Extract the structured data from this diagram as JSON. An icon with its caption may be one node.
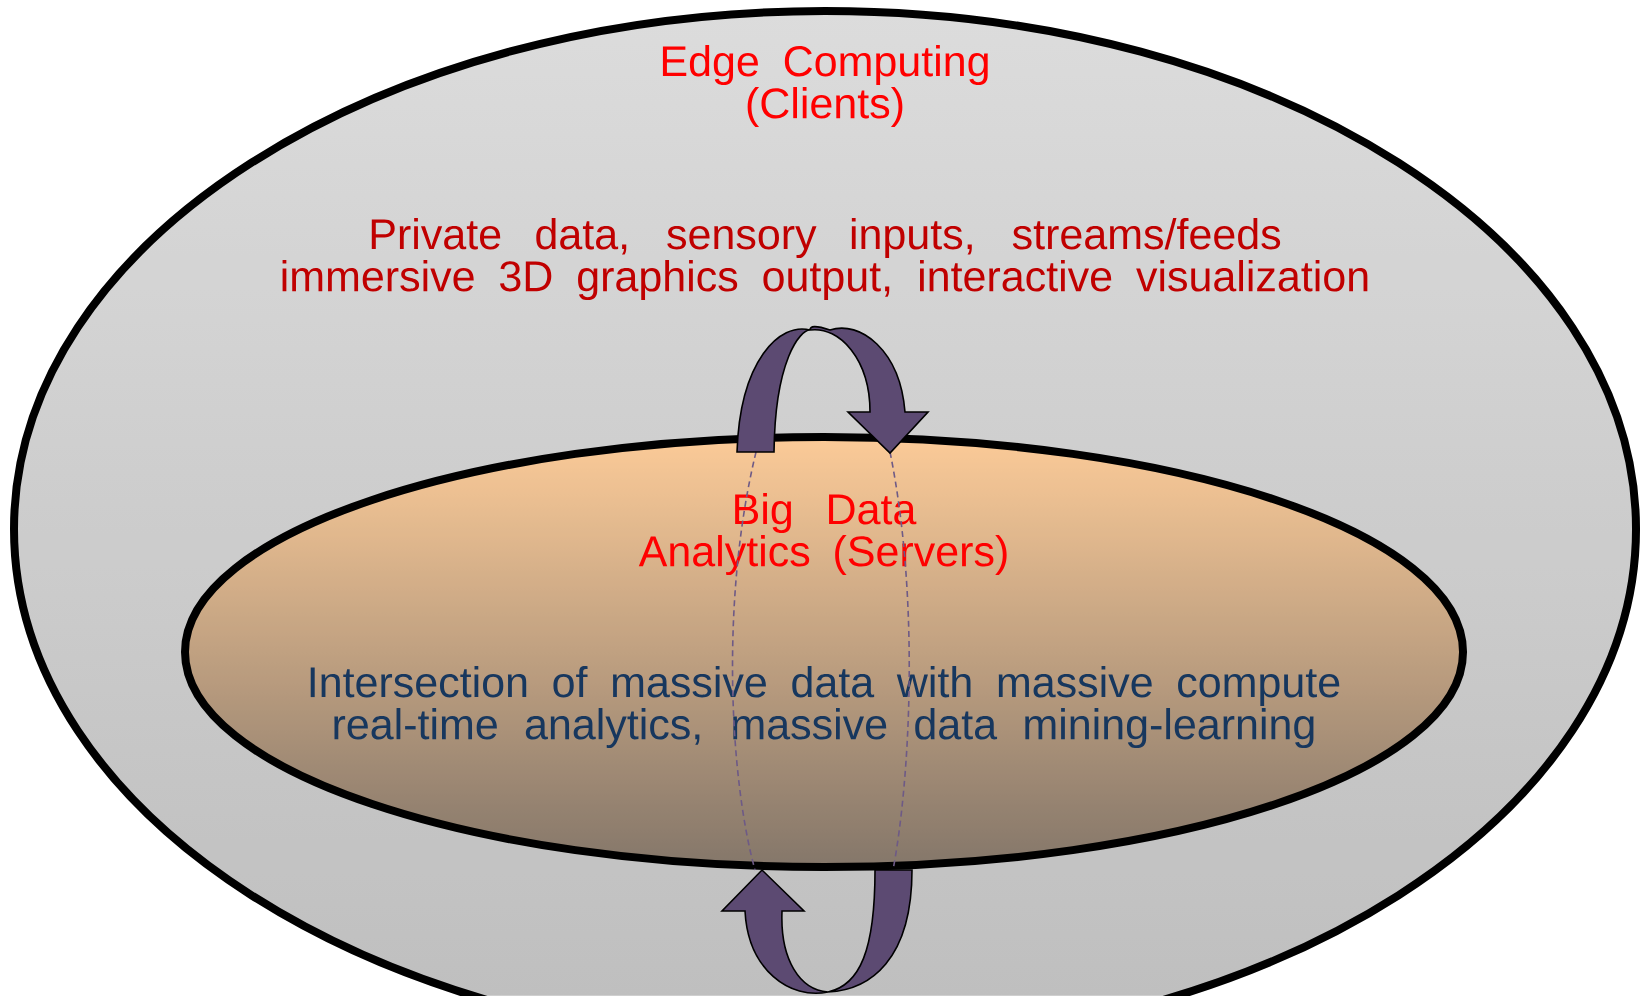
{
  "diagram": {
    "nodes": [
      {
        "text": [
          "Edge Computing (Clients)",
          "Private data, sensory inputs, streams/feeds immersive 3D graphics output, interactive visualization"
        ]
      },
      {
        "text": [
          "Big Data Analytics (Servers)",
          "Intersection of massive data with massive compute real-time analytics, massive data mining-learning"
        ],
        "in": 0
      }
    ]
  }
}
